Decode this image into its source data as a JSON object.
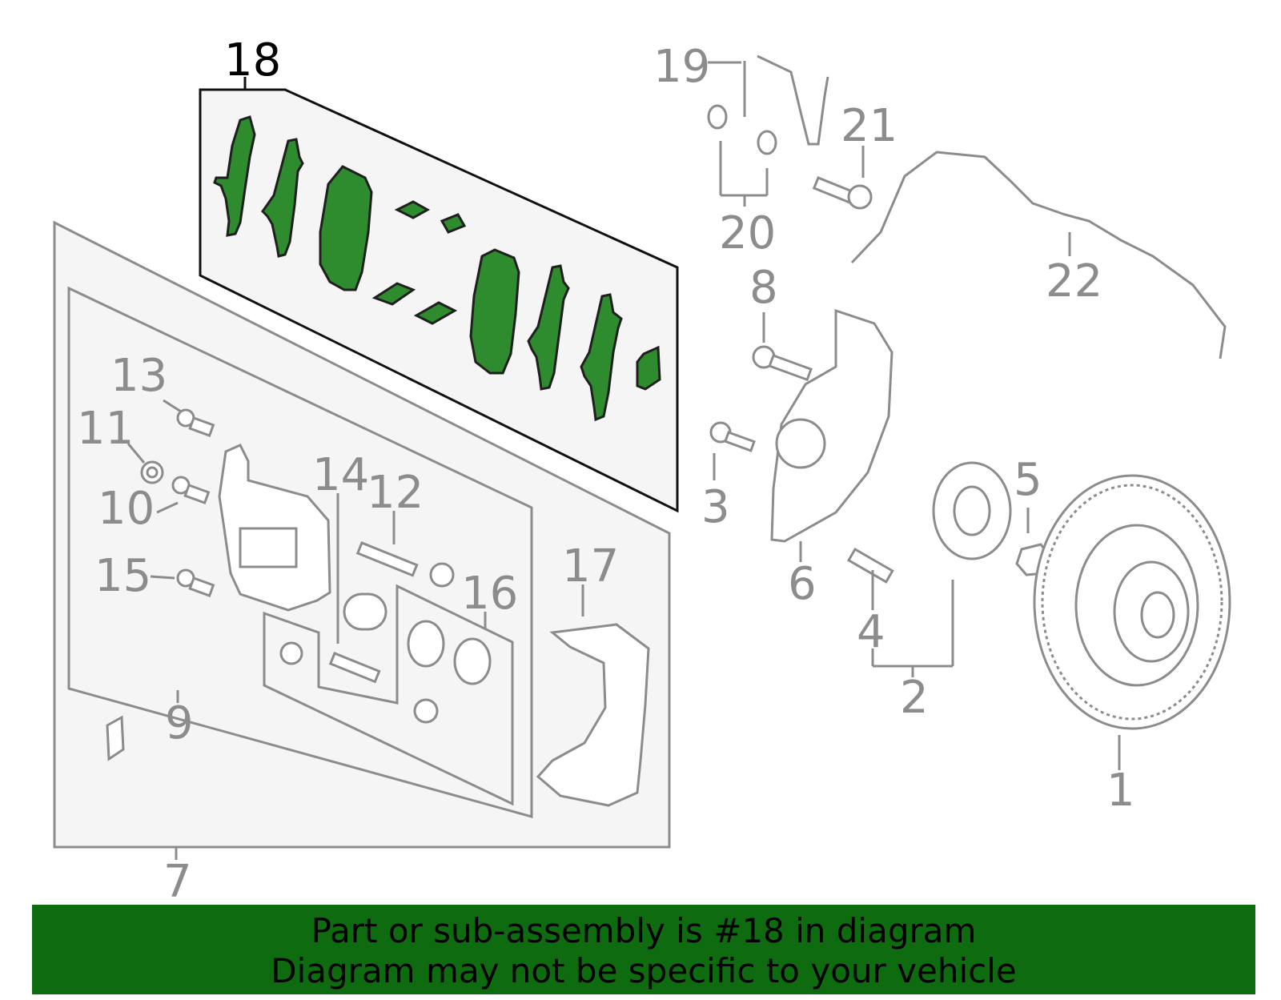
{
  "colors": {
    "highlight_part": "#2e8b2e",
    "banner_background": "#0f6b10",
    "line_gray": "#8c8c8c",
    "group_fill": "#f5f5f5"
  },
  "callouts": {
    "c1": "1",
    "c2": "2",
    "c3": "3",
    "c4": "4",
    "c5": "5",
    "c6": "6",
    "c7": "7",
    "c8": "8",
    "c9": "9",
    "c10": "10",
    "c11": "11",
    "c12": "12",
    "c13": "13",
    "c14": "14",
    "c15": "15",
    "c16": "16",
    "c17": "17",
    "c18": "18",
    "c19": "19",
    "c20": "20",
    "c21": "21",
    "c22": "22"
  },
  "highlighted_callout": "18",
  "banner": {
    "line1": "Part or sub-assembly is #18 in diagram",
    "line2": "Diagram may not be specific to your vehicle"
  }
}
